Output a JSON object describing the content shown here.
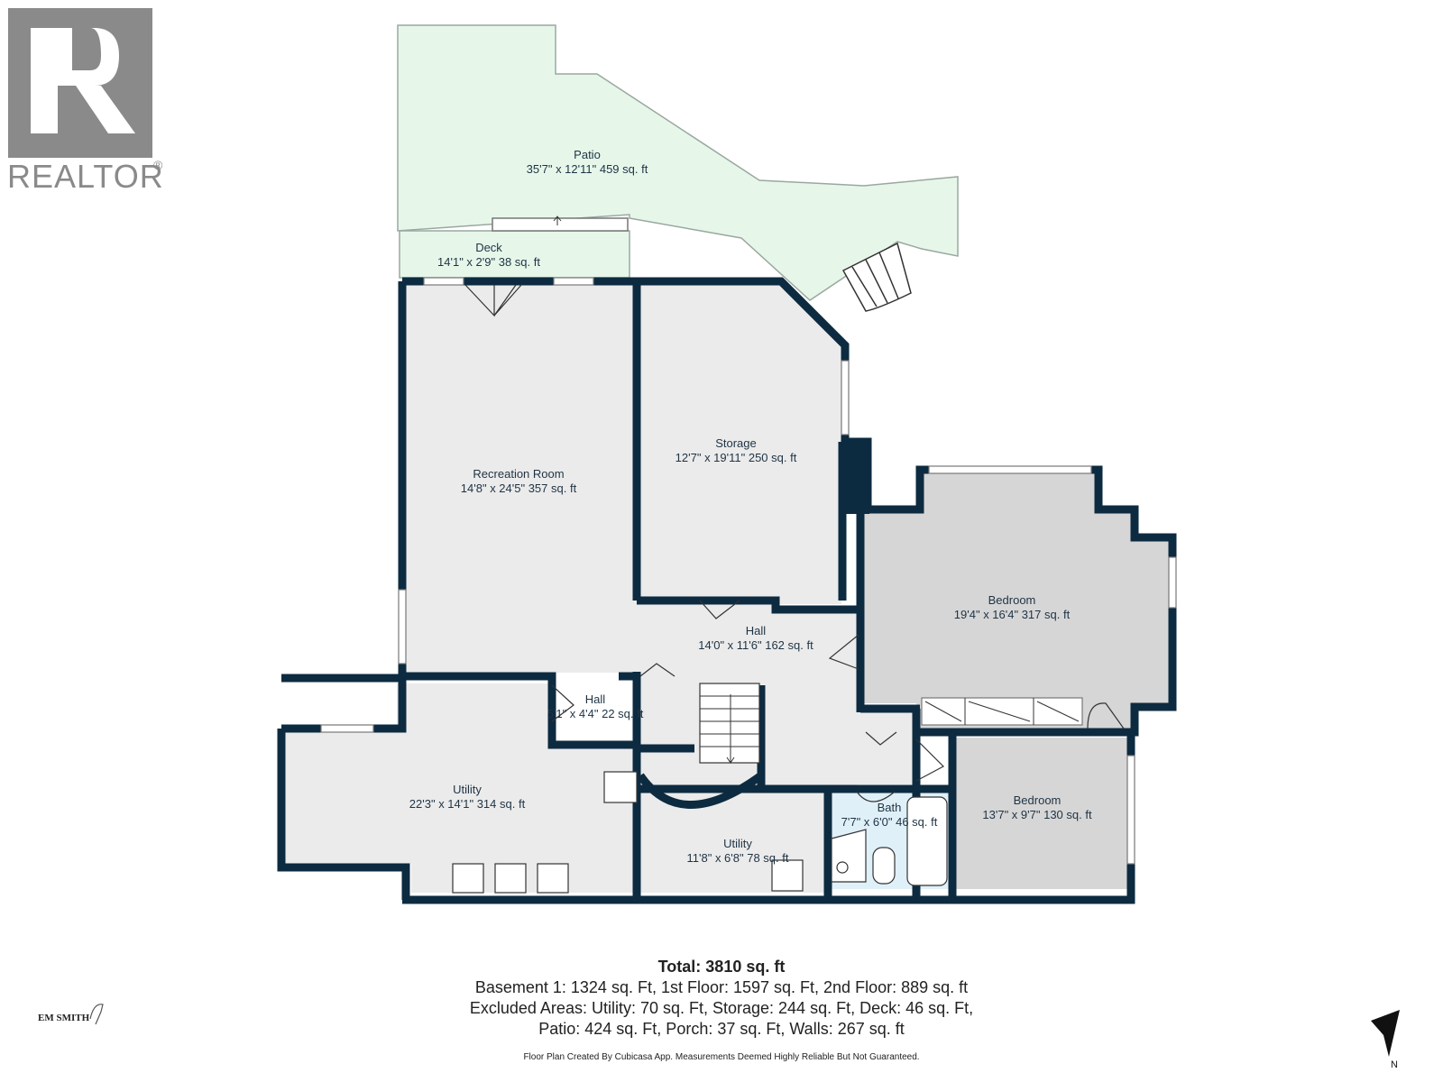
{
  "logo": {
    "name": "REALTOR",
    "mark": "®"
  },
  "rooms": {
    "patio": {
      "name": "Patio",
      "dims": "35'7\" x 12'11\" 459 sq. ft"
    },
    "deck": {
      "name": "Deck",
      "dims": "14'1\" x 2'9\" 38 sq. ft"
    },
    "recreation": {
      "name": "Recreation Room",
      "dims": "14'8\" x 24'5\" 357 sq. ft"
    },
    "storage": {
      "name": "Storage",
      "dims": "12'7\" x 19'11\" 250 sq. ft"
    },
    "bedroom1": {
      "name": "Bedroom",
      "dims": "19'4\" x 16'4\" 317 sq. ft"
    },
    "hall1": {
      "name": "Hall",
      "dims": "14'0\" x 11'6\" 162 sq. ft"
    },
    "hall2": {
      "name": "Hall",
      "dims": "5'1\" x 4'4\" 22 sq. ft"
    },
    "utility1": {
      "name": "Utility",
      "dims": "22'3\" x 14'1\" 314 sq. ft"
    },
    "utility2": {
      "name": "Utility",
      "dims": "11'8\" x 6'8\" 78 sq. ft"
    },
    "bath": {
      "name": "Bath",
      "dims": "7'7\" x 6'0\" 46 sq. ft"
    },
    "bedroom2": {
      "name": "Bedroom",
      "dims": "13'7\" x 9'7\" 130 sq. ft"
    }
  },
  "summary": {
    "total": "Total: 3810 sq. ft",
    "line1": "Basement 1: 1324 sq. Ft, 1st Floor: 1597 sq. Ft, 2nd Floor: 889 sq. ft",
    "line2": "Excluded Areas: Utility: 70 sq. Ft, Storage: 244 sq. Ft, Deck: 46 sq. Ft,",
    "line3": "Patio: 424 sq. Ft, Porch: 37 sq. Ft, Walls: 267 sq. ft",
    "credit": "Floor Plan Created By Cubicasa App. Measurements Deemed Highly Reliable But Not Guaranteed."
  },
  "brand": "EM SMITH",
  "compass": "N",
  "colors": {
    "wall": "#0d2b40",
    "patio": "#e6f7ea",
    "room": "#ebebeb",
    "bedroom": "#d6d6d6",
    "bath": "#dff0f8"
  }
}
